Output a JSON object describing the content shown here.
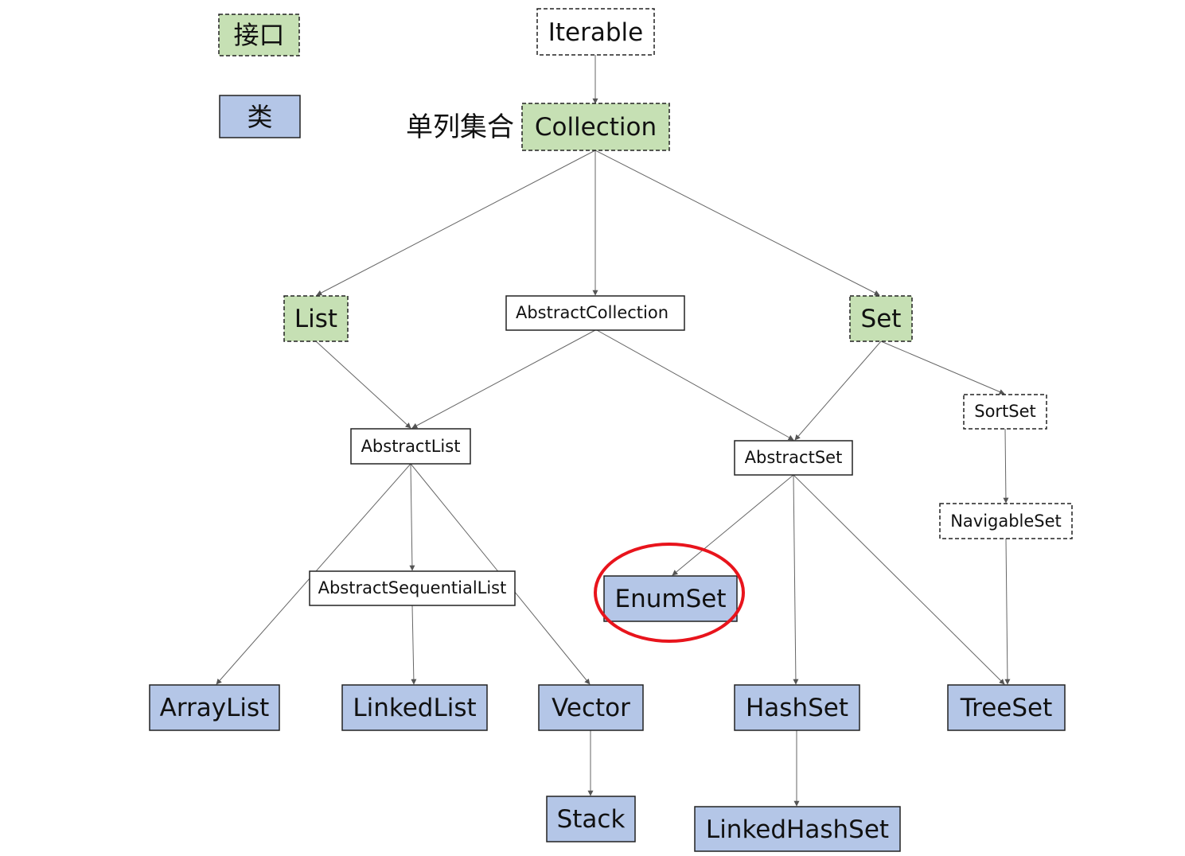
{
  "legend": {
    "interface_label": "接口",
    "class_label": "类"
  },
  "side_label": "单列集合",
  "nodes": {
    "iterable": "Iterable",
    "collection": "Collection",
    "list": "List",
    "abstract_collection": "AbstractCollection",
    "set": "Set",
    "abstract_list": "AbstractList",
    "abstract_set": "AbstractSet",
    "sort_set": "SortSet",
    "navigable_set": "NavigableSet",
    "abstract_sequential_list": "AbstractSequentialList",
    "enum_set": "EnumSet",
    "array_list": "ArrayList",
    "linked_list": "LinkedList",
    "vector": "Vector",
    "hash_set": "HashSet",
    "tree_set": "TreeSet",
    "stack": "Stack",
    "linked_hash_set": "LinkedHashSet"
  },
  "edges": [
    [
      "iterable",
      "collection"
    ],
    [
      "collection",
      "list"
    ],
    [
      "collection",
      "abstract_collection"
    ],
    [
      "collection",
      "set"
    ],
    [
      "list",
      "abstract_list"
    ],
    [
      "abstract_collection",
      "abstract_list"
    ],
    [
      "abstract_collection",
      "abstract_set"
    ],
    [
      "set",
      "abstract_set"
    ],
    [
      "set",
      "sort_set"
    ],
    [
      "sort_set",
      "navigable_set"
    ],
    [
      "abstract_list",
      "abstract_sequential_list"
    ],
    [
      "abstract_list",
      "array_list"
    ],
    [
      "abstract_list",
      "vector"
    ],
    [
      "abstract_sequential_list",
      "linked_list"
    ],
    [
      "abstract_set",
      "enum_set"
    ],
    [
      "abstract_set",
      "hash_set"
    ],
    [
      "abstract_set",
      "tree_set"
    ],
    [
      "navigable_set",
      "tree_set"
    ],
    [
      "vector",
      "stack"
    ],
    [
      "hash_set",
      "linked_hash_set"
    ]
  ],
  "highlighted": "enum_set",
  "colors": {
    "interface_fill": "#c6e0b4",
    "class_fill": "#b4c6e7",
    "highlight": "#e8141c"
  }
}
